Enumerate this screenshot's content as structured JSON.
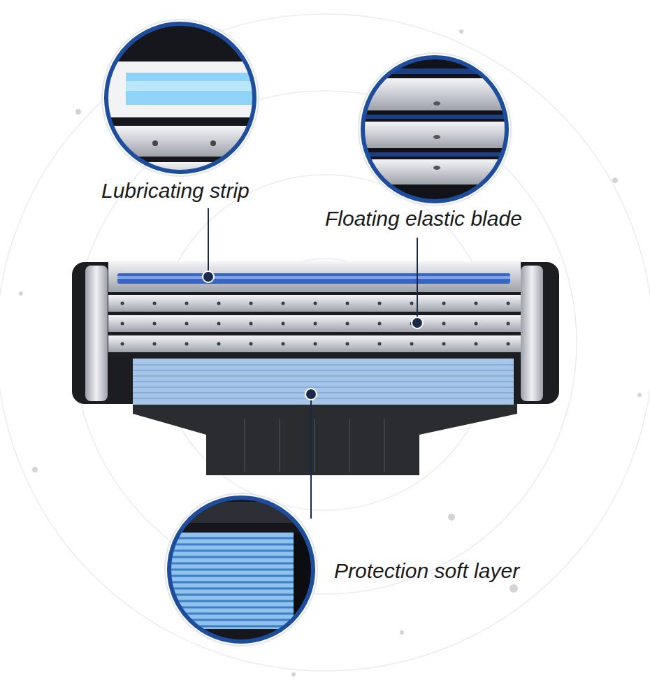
{
  "diagram": {
    "labels": [
      "Lubricating strip",
      "Floating elastic blade",
      "Protection soft layer"
    ]
  }
}
